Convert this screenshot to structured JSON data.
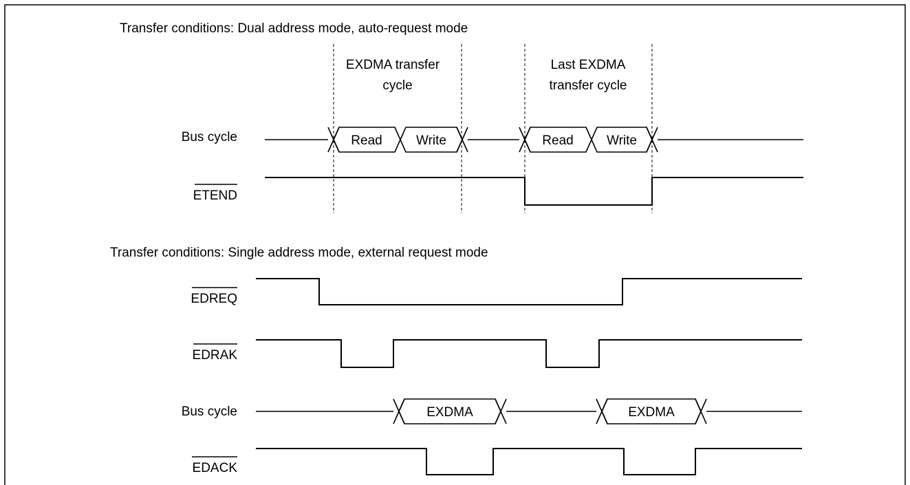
{
  "section1": {
    "title": "Transfer conditions: Dual address mode, auto-request mode",
    "annotation_cycle": [
      "EXDMA transfer",
      "cycle"
    ],
    "annotation_last": [
      "Last EXDMA",
      "transfer cycle"
    ],
    "bus_label": "Bus cycle",
    "bus_read_1": "Read",
    "bus_write_1": "Write",
    "bus_read_2": "Read",
    "bus_write_2": "Write",
    "etend_label": "ETEND"
  },
  "section2": {
    "title": "Transfer conditions: Single address mode, external request mode",
    "edreq_label": "EDREQ",
    "edrak_label": "EDRAK",
    "bus_label": "Bus cycle",
    "bus_exdma_1": "EXDMA",
    "bus_exdma_2": "EXDMA",
    "edack_label": "EDACK"
  }
}
